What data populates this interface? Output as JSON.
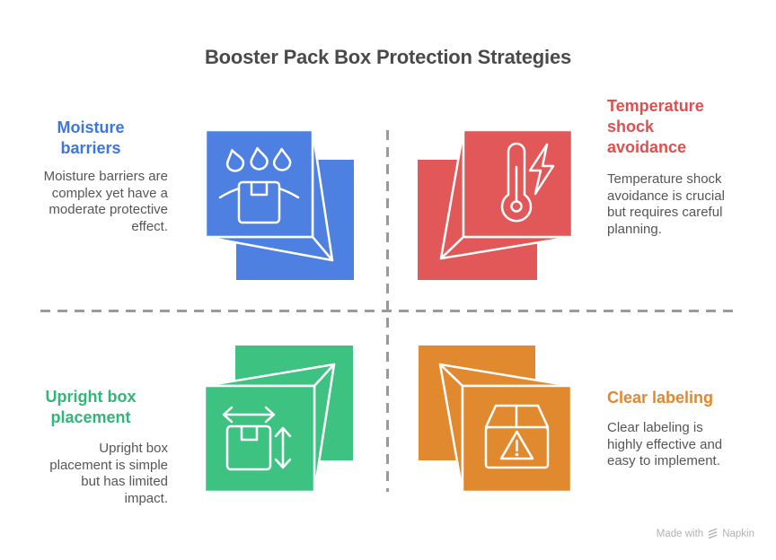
{
  "title": "Booster Pack Box Protection Strategies",
  "quadrants": [
    {
      "id": "moisture-barriers",
      "heading": "Moisture barriers",
      "heading_lines": [
        "Moisture",
        "barriers"
      ],
      "body": "Moisture barriers are complex yet have a moderate protective effect.",
      "body_lines": [
        "Moisture barriers are",
        "complex yet have a",
        "moderate protective",
        "effect."
      ],
      "accent": "#3c76e4",
      "box_color": "#4d80e0",
      "icon": "3d-box-with-water-drops-icon"
    },
    {
      "id": "temperature-shock-avoidance",
      "heading": "Temperature shock avoidance",
      "heading_lines": [
        "Temperature",
        "shock",
        "avoidance"
      ],
      "body": "Temperature shock avoidance is crucial but requires careful planning.",
      "body_lines": [
        "Temperature shock",
        "avoidance is crucial",
        "but requires careful",
        "planning."
      ],
      "accent": "#e04f4f",
      "box_color": "#e25757",
      "icon": "3d-box-with-thermometer-lightning-icon"
    },
    {
      "id": "upright-box-placement",
      "heading": "Upright box placement",
      "heading_lines": [
        "Upright box",
        "placement"
      ],
      "body": "Upright box placement is simple but has limited impact.",
      "body_lines": [
        "Upright box",
        "placement is simple",
        "but has limited",
        "impact."
      ],
      "accent": "#2eb878",
      "box_color": "#3ec282",
      "icon": "3d-box-with-dimension-arrows-icon"
    },
    {
      "id": "clear-labeling",
      "heading": "Clear labeling",
      "heading_lines": [
        "Clear labeling"
      ],
      "body": "Clear labeling is highly effective and easy to implement.",
      "body_lines": [
        "Clear labeling is",
        "highly effective and",
        "easy to implement."
      ],
      "accent": "#e5872a",
      "box_color": "#e1892e",
      "icon": "3d-box-with-warning-label-icon"
    }
  ],
  "style": {
    "divider_color": "#9a9a9a",
    "title_color": "#4a4a4a",
    "body_text_color": "#565656",
    "outline_color": "#ffffff",
    "background": "#ffffff",
    "credit_color": "#b3b1b5"
  },
  "credit": {
    "prefix": "Made with",
    "brand": "Napkin",
    "icon": "napkin-logo-icon"
  }
}
